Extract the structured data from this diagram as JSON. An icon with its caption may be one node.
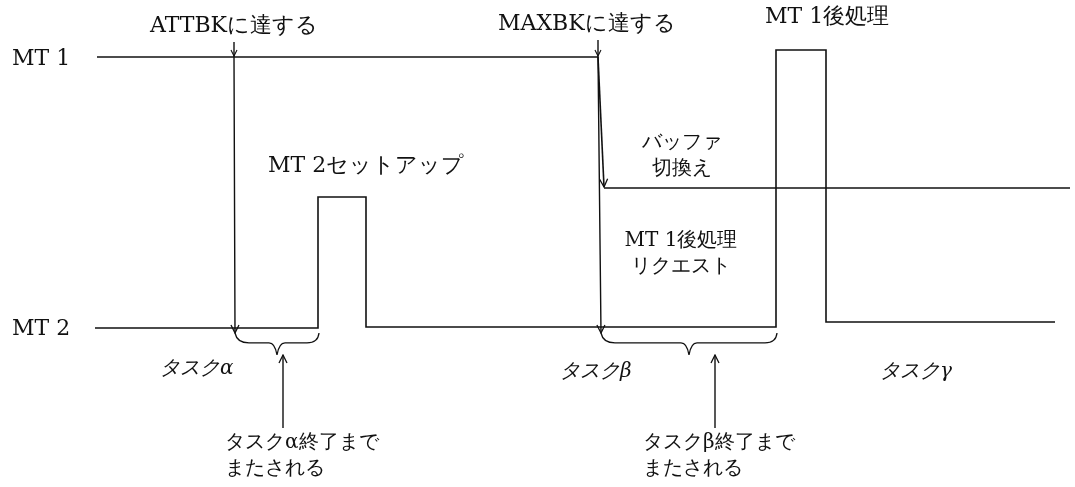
{
  "diagram": {
    "nodes": [
      {
        "text": [
          "ATTBKに達する"
        ]
      },
      {
        "text": [
          "MAXBKに達する"
        ]
      },
      {
        "text": [],
        "shape": "brace"
      },
      {
        "text": [],
        "shape": "brace"
      },
      {
        "text": [
          "タスクα終了までまたされる"
        ]
      },
      {
        "text": [
          "タスクβ終了までまたされる"
        ]
      }
    ],
    "edges": [
      {
        "from": 0,
        "to": 2,
        "arrow": "to"
      },
      {
        "from": 1,
        "to": 3,
        "arrow": "to"
      },
      {
        "from": 4,
        "to": 2,
        "arrow": "to"
      },
      {
        "from": 5,
        "to": 3,
        "arrow": "to"
      }
    ],
    "labels": [
      "MT 1後処理",
      "MT 1",
      "MT 2セットアップ",
      "バッファ切換え",
      "MT 1後処理リクエスト",
      "MT 2",
      "タスクα",
      "タスクβ",
      "タスクγ"
    ]
  }
}
